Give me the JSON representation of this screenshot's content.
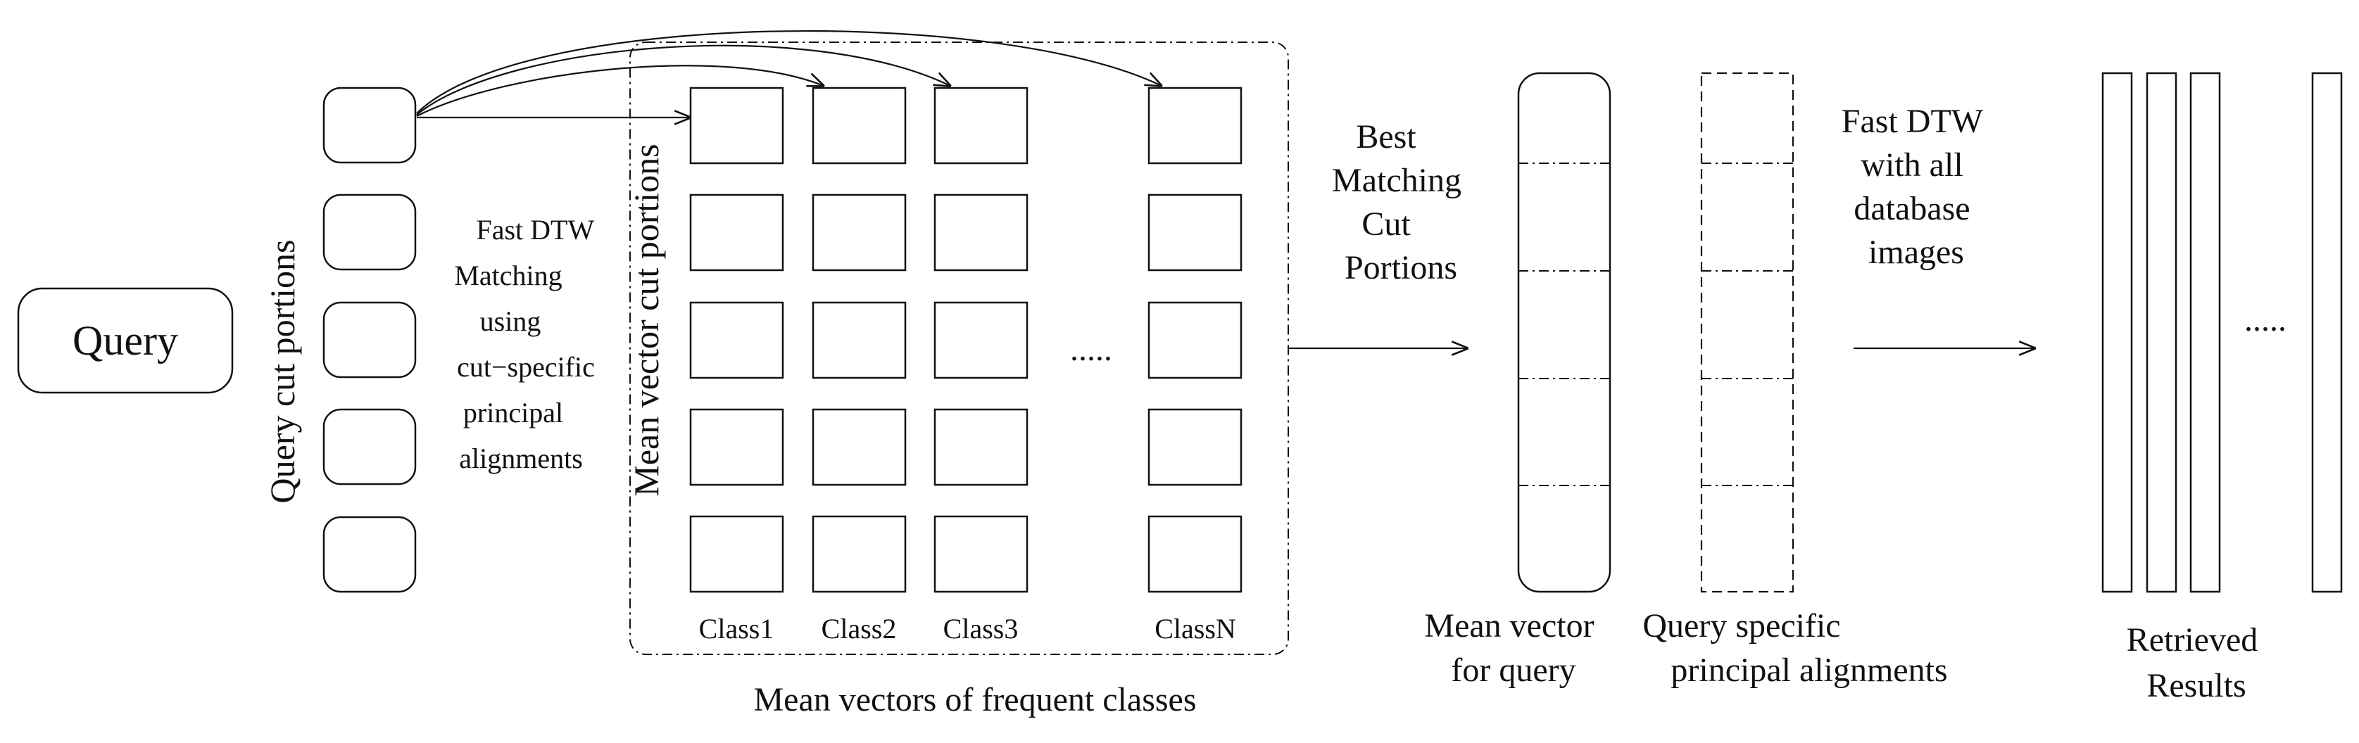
{
  "query": {
    "label": "Query"
  },
  "query_cut_portions": {
    "label": "Query cut portions"
  },
  "fast_dtw_matching": {
    "lines": [
      "Fast DTW",
      "Matching",
      "using",
      "cut−specific",
      "principal",
      "alignments"
    ]
  },
  "mean_vector_cut_portions": {
    "label": "Mean vector cut portions"
  },
  "grid": {
    "classes": [
      "Class1",
      "Class2",
      "Class3",
      "ClassN"
    ],
    "ellipsis": "....."
  },
  "mean_vectors_caption": "Mean vectors of frequent classes",
  "best_matching": {
    "lines": [
      "Best",
      "Matching",
      "Cut",
      "Portions"
    ]
  },
  "mean_vector_query": {
    "lines": [
      "Mean vector",
      "for query"
    ]
  },
  "query_specific": {
    "lines": [
      "Query specific",
      "principal alignments"
    ]
  },
  "fast_dtw_all": {
    "lines": [
      "Fast DTW",
      "with all",
      "database",
      "images"
    ]
  },
  "results": {
    "ellipsis": ".....",
    "lines": [
      "Retrieved",
      "Results"
    ]
  }
}
